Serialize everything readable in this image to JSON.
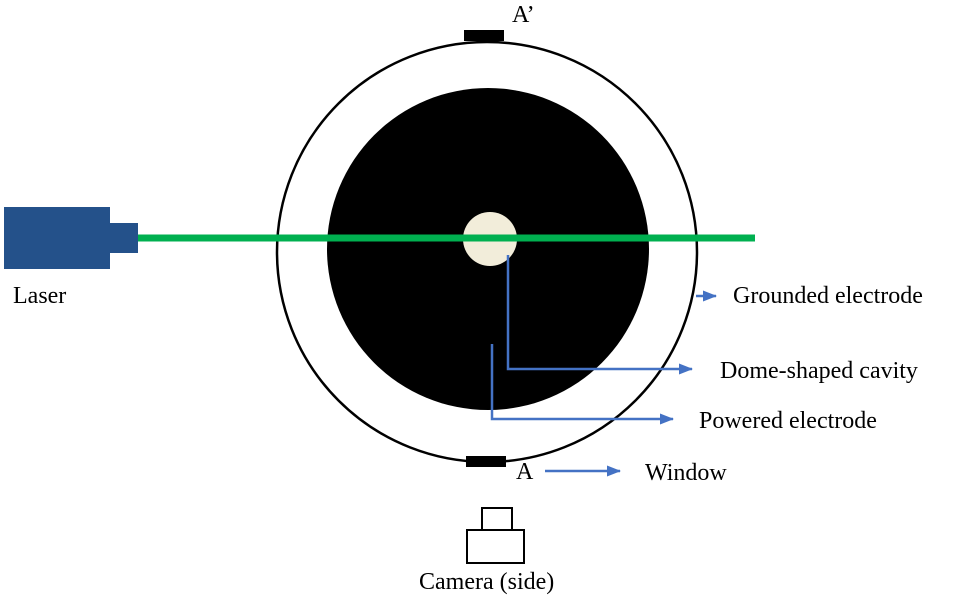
{
  "figure": {
    "type": "schematic-diagram",
    "description": "Top view schematic of a plasma reactor chamber with laser path, electrodes, dome-shaped cavity, windows and side camera"
  },
  "colors": {
    "laser_body": "#24518A",
    "beam_green": "#00B050",
    "arrow_blue": "#4472C4",
    "electrode_black": "#000000",
    "cavity_cream": "#F2EDDA",
    "outline_black": "#000000",
    "background": "#FFFFFF"
  },
  "labels": {
    "laser": "Laser",
    "a_prime": "A’",
    "a": "A",
    "grounded_electrode": "Grounded electrode",
    "dome_cavity": "Dome-shaped cavity",
    "powered_electrode": "Powered electrode",
    "window": "Window",
    "camera": "Camera (side)"
  }
}
